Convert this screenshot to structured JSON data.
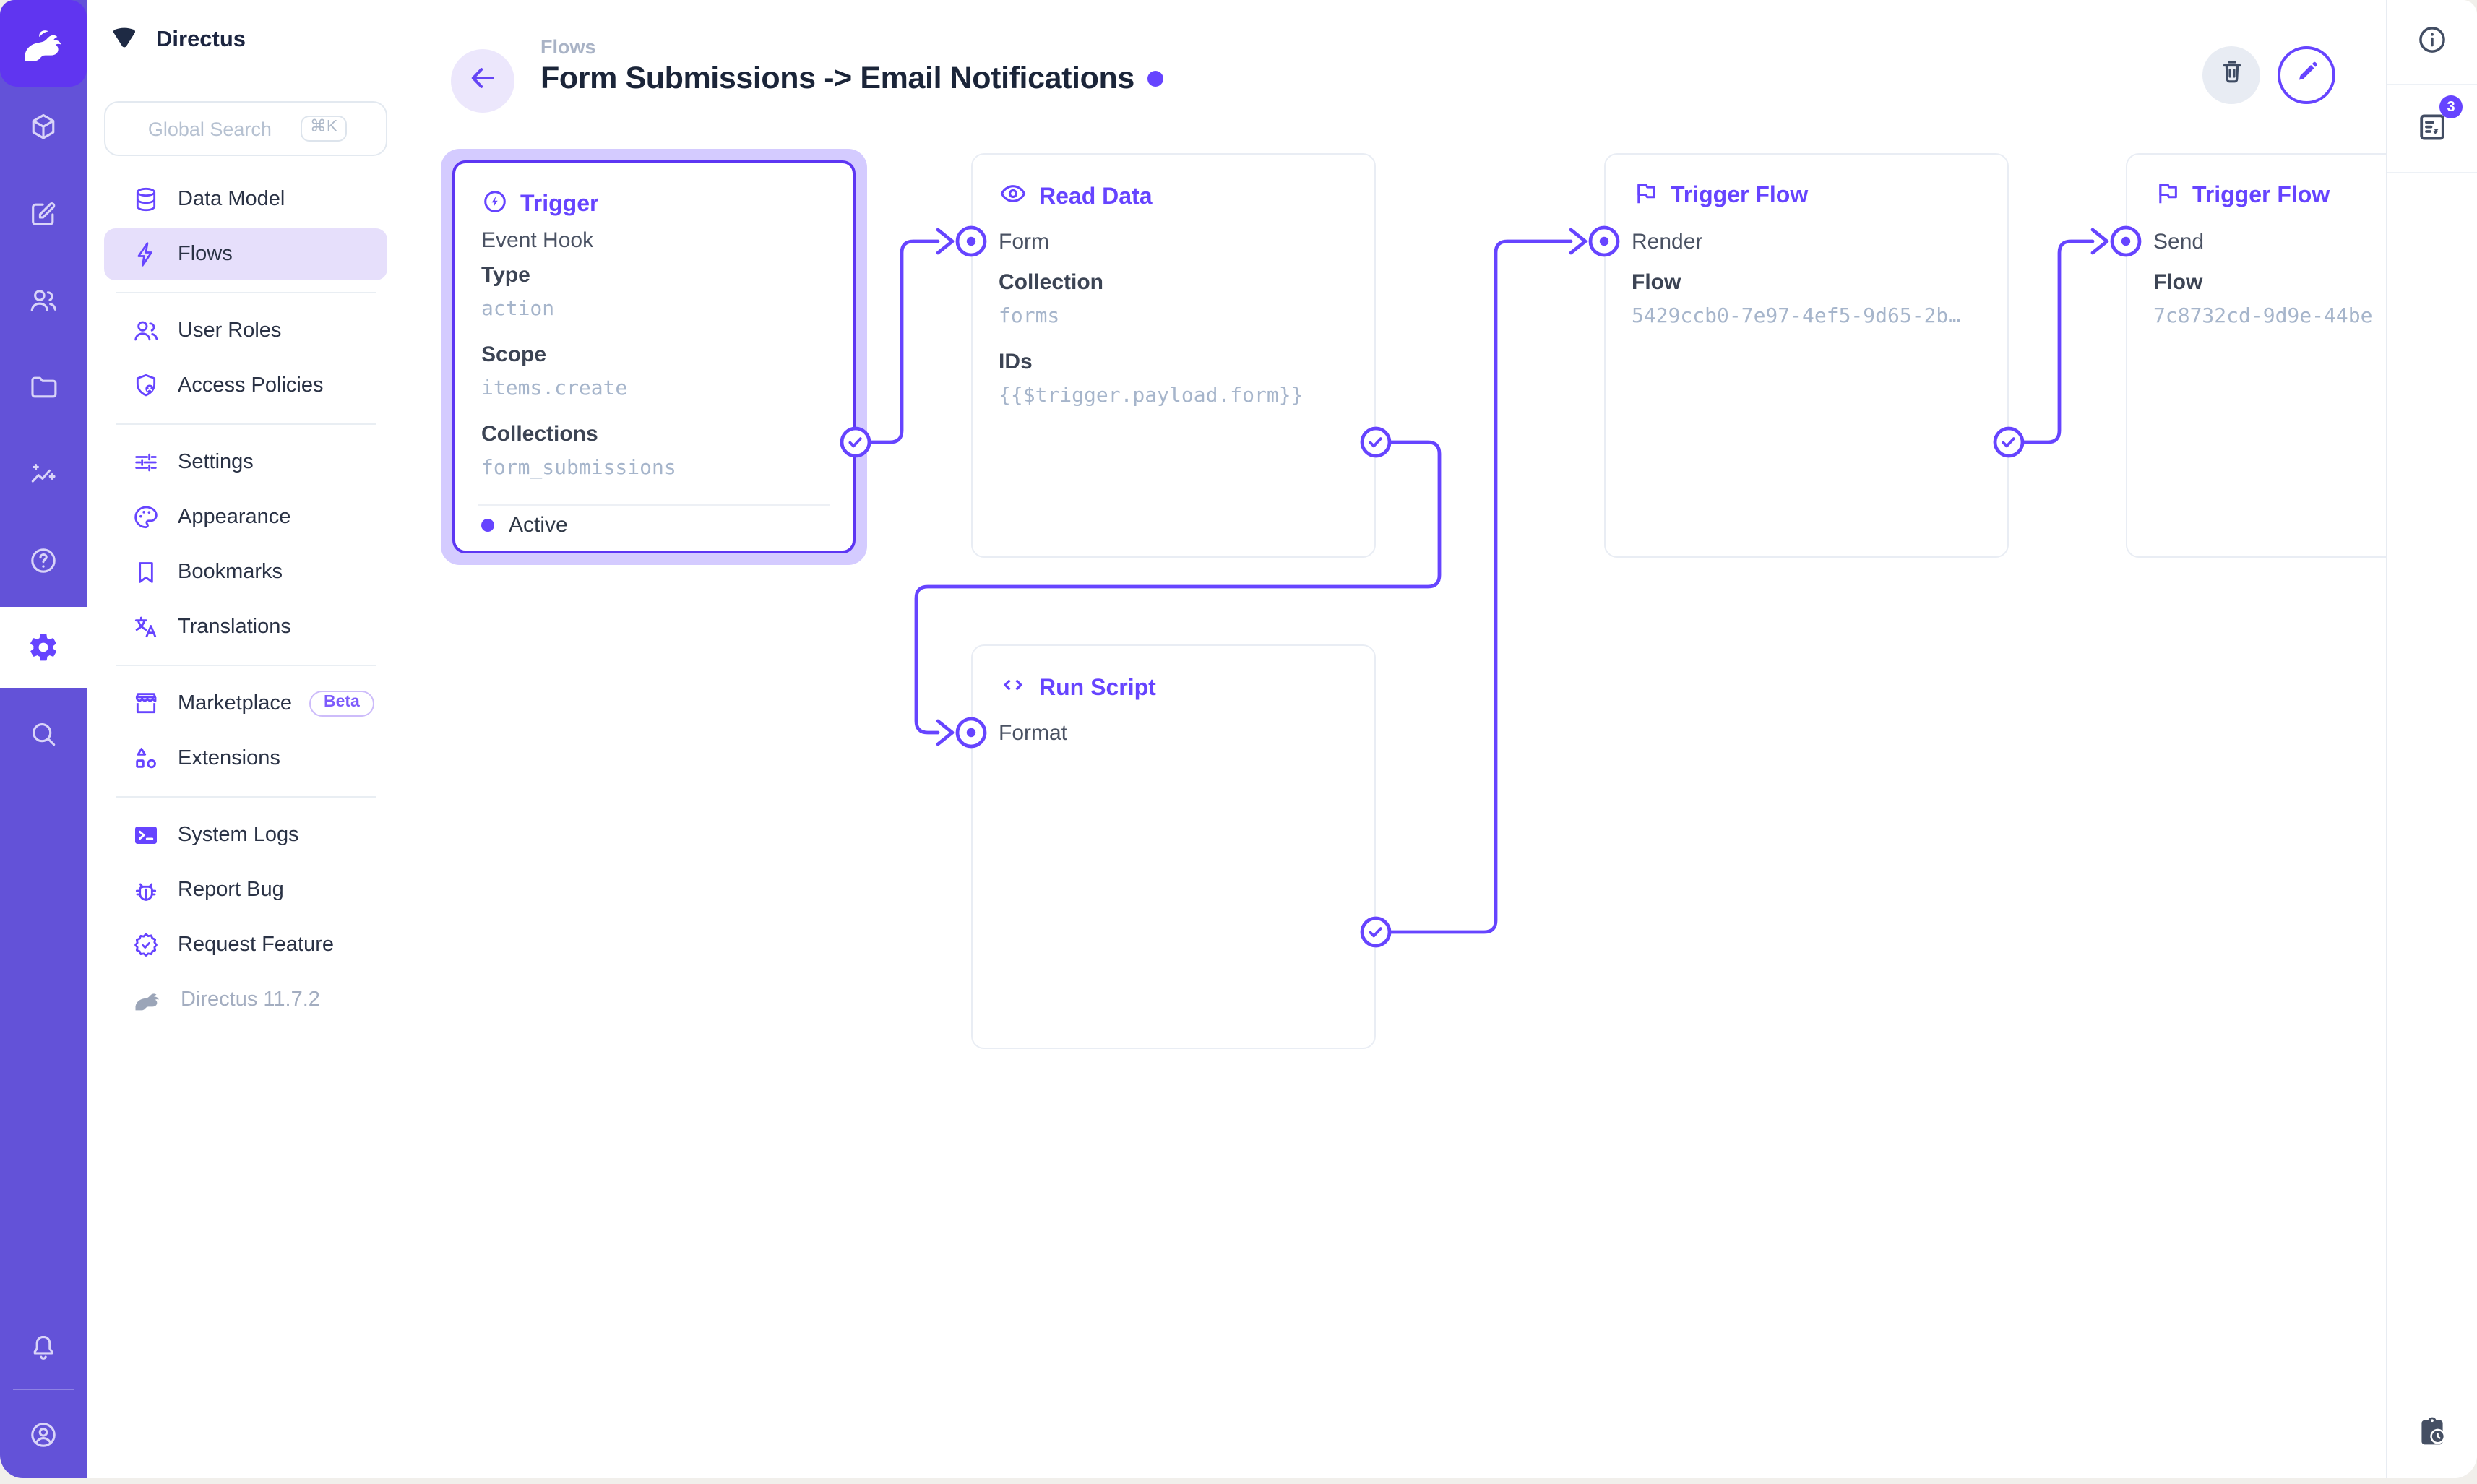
{
  "sidebar": {
    "project_name": "Directus",
    "search": {
      "placeholder": "Global Search",
      "shortcut": "⌘K"
    },
    "groups": [
      {
        "items": [
          {
            "label": "Data Model"
          },
          {
            "label": "Flows"
          }
        ]
      },
      {
        "items": [
          {
            "label": "User Roles"
          },
          {
            "label": "Access Policies"
          }
        ]
      },
      {
        "items": [
          {
            "label": "Settings"
          },
          {
            "label": "Appearance"
          },
          {
            "label": "Bookmarks"
          },
          {
            "label": "Translations"
          }
        ]
      },
      {
        "items": [
          {
            "label": "Marketplace",
            "badge": "Beta"
          },
          {
            "label": "Extensions"
          }
        ]
      },
      {
        "items": [
          {
            "label": "System Logs"
          },
          {
            "label": "Report Bug"
          },
          {
            "label": "Request Feature"
          }
        ]
      }
    ],
    "version": "Directus 11.7.2"
  },
  "header": {
    "breadcrumb": "Flows",
    "title": "Form Submissions -> Email Notifications"
  },
  "right_sidebar": {
    "logs_badge": "3"
  },
  "flow": {
    "trigger": {
      "header": "Trigger",
      "kind": "Event Hook",
      "fields": [
        {
          "label": "Type",
          "value": "action"
        },
        {
          "label": "Scope",
          "value": "items.create"
        },
        {
          "label": "Collections",
          "value": "form_submissions"
        }
      ],
      "status": "Active"
    },
    "read_data": {
      "header": "Read Data",
      "name": "Form",
      "fields": [
        {
          "label": "Collection",
          "value": "forms"
        },
        {
          "label": "IDs",
          "value": "{{$trigger.payload.form}}"
        }
      ]
    },
    "run_script": {
      "header": "Run Script",
      "name": "Format"
    },
    "trigger_flow_render": {
      "header": "Trigger Flow",
      "name": "Render",
      "fields": [
        {
          "label": "Flow",
          "value": "5429ccb0-7e97-4ef5-9d65-2b…"
        }
      ]
    },
    "trigger_flow_send": {
      "header": "Trigger Flow",
      "name": "Send",
      "fields": [
        {
          "label": "Flow",
          "value": "7c8732cd-9d9e-44be"
        }
      ]
    }
  },
  "colors": {
    "accent": "#6644ff",
    "module_bar": "#6352d8",
    "logo_bg": "#6035f0"
  }
}
